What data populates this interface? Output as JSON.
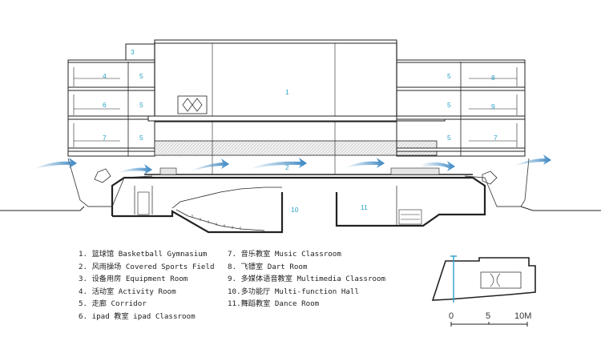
{
  "room_labels": {
    "top_left_tower": "3",
    "gym": "1",
    "covered_field": "2",
    "left_4": "4",
    "left_6": "6",
    "left_7": "7",
    "left_corr_1": "5",
    "left_corr_2": "5",
    "left_corr_3": "5",
    "right_corr_1": "5",
    "right_corr_2": "5",
    "right_corr_3": "5",
    "right_8": "8",
    "right_9": "9",
    "right_7": "7",
    "multi_hall": "10",
    "dance_room": "11"
  },
  "legend": {
    "left": [
      "1. 篮球馆 Basketball Gymnasium",
      "2. 风雨操场 Covered Sports Field",
      "3. 设备用房 Equipment Room",
      "4. 活动室 Activity Room",
      "5. 走廊 Corridor",
      "6. ipad 教室 ipad Classroom"
    ],
    "right": [
      "7. 音乐教室 Music Classroom",
      "8. 飞镖室 Dart Room",
      "9. 多媒体语音教室 Multimedia Classroom",
      "10.多功能厅 Multi-function Hall",
      "11.舞蹈教室 Dance Room"
    ]
  },
  "scale_bar": {
    "ticks": [
      "0",
      "5",
      "10M"
    ]
  },
  "colors": {
    "accent": "#2aa3c7",
    "line": "#222222",
    "arrow": "#4a90c2"
  }
}
